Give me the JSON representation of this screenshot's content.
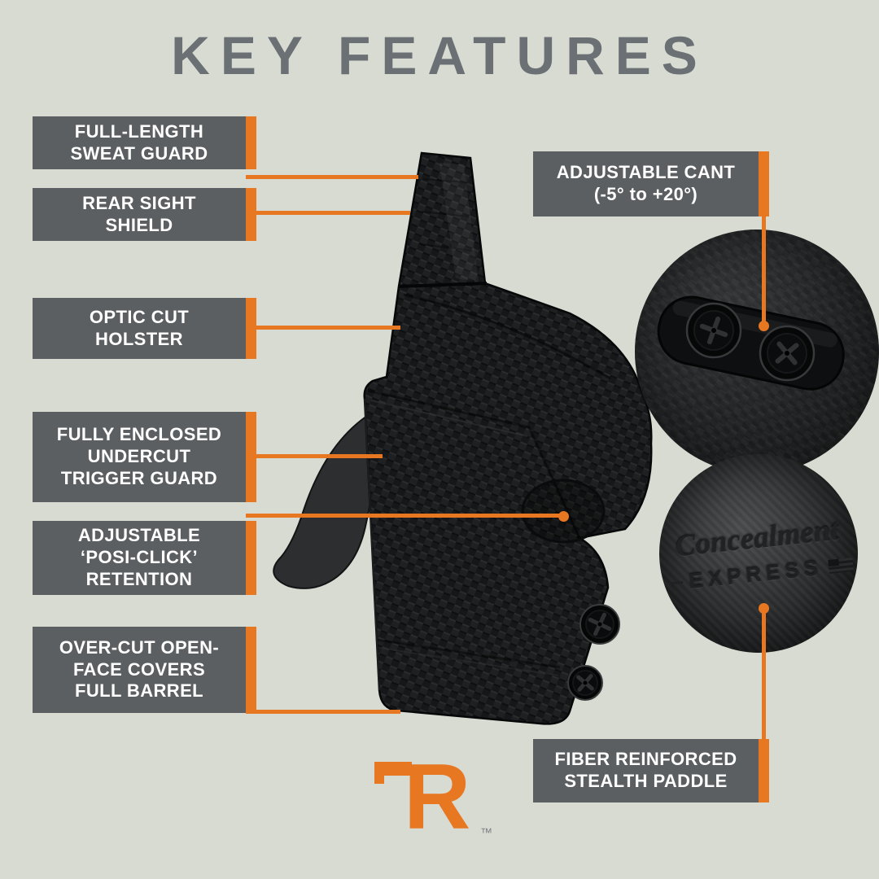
{
  "title": "KEY FEATURES",
  "colors": {
    "accent": "#E87722",
    "panel": "#5B5F62",
    "background": "#D8DBD2",
    "title_text": "#6B7075"
  },
  "features": [
    {
      "id": "sweat-guard",
      "label": "FULL-LENGTH\nSWEAT GUARD"
    },
    {
      "id": "rear-sight",
      "label": "REAR SIGHT\nSHIELD"
    },
    {
      "id": "optic-cut",
      "label": "OPTIC CUT\nHOLSTER"
    },
    {
      "id": "trigger-guard",
      "label": "FULLY ENCLOSED\nUNDERCUT\nTRIGGER GUARD"
    },
    {
      "id": "retention",
      "label": "ADJUSTABLE\n‘POSI-CLICK’\nRETENTION"
    },
    {
      "id": "over-cut",
      "label": "OVER-CUT OPEN-\nFACE COVERS\nFULL BARREL"
    },
    {
      "id": "adjustable-cant",
      "label": "ADJUSTABLE CANT\n(-5° to +20°)"
    },
    {
      "id": "stealth-paddle",
      "label": "FIBER REINFORCED\nSTEALTH PADDLE"
    }
  ],
  "brand": {
    "script_text": "Concealment",
    "block_text": "EXPRESS",
    "logo_letter": "R",
    "trademark": "™"
  }
}
